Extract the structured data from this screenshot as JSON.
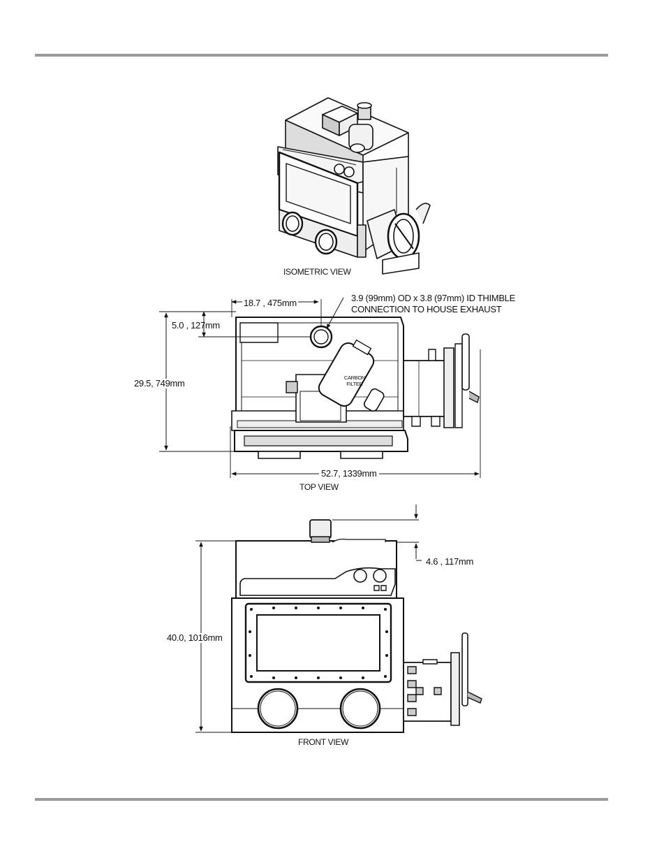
{
  "views": {
    "isometric": {
      "caption": "ISOMETRIC VIEW"
    },
    "top": {
      "caption": "TOP VIEW",
      "dim_inlet_offset": "18.7  , 475mm",
      "dim_exhaust_note_line1": "3.9 (99mm) OD x 3.8 (97mm) ID THIMBLE",
      "dim_exhaust_note_line2": "CONNECTION TO HOUSE EXHAUST",
      "dim_inlet_depth": "5.0  , 127mm",
      "dim_depth": "29.5, 749mm",
      "dim_width": "52.7, 1339mm",
      "filter_label_line1": "CARBON",
      "filter_label_line2": "FILTER"
    },
    "front": {
      "caption": "FRONT VIEW",
      "dim_height": "40.0, 1016mm",
      "dim_exhaust_height": "4.6  , 117mm"
    }
  }
}
